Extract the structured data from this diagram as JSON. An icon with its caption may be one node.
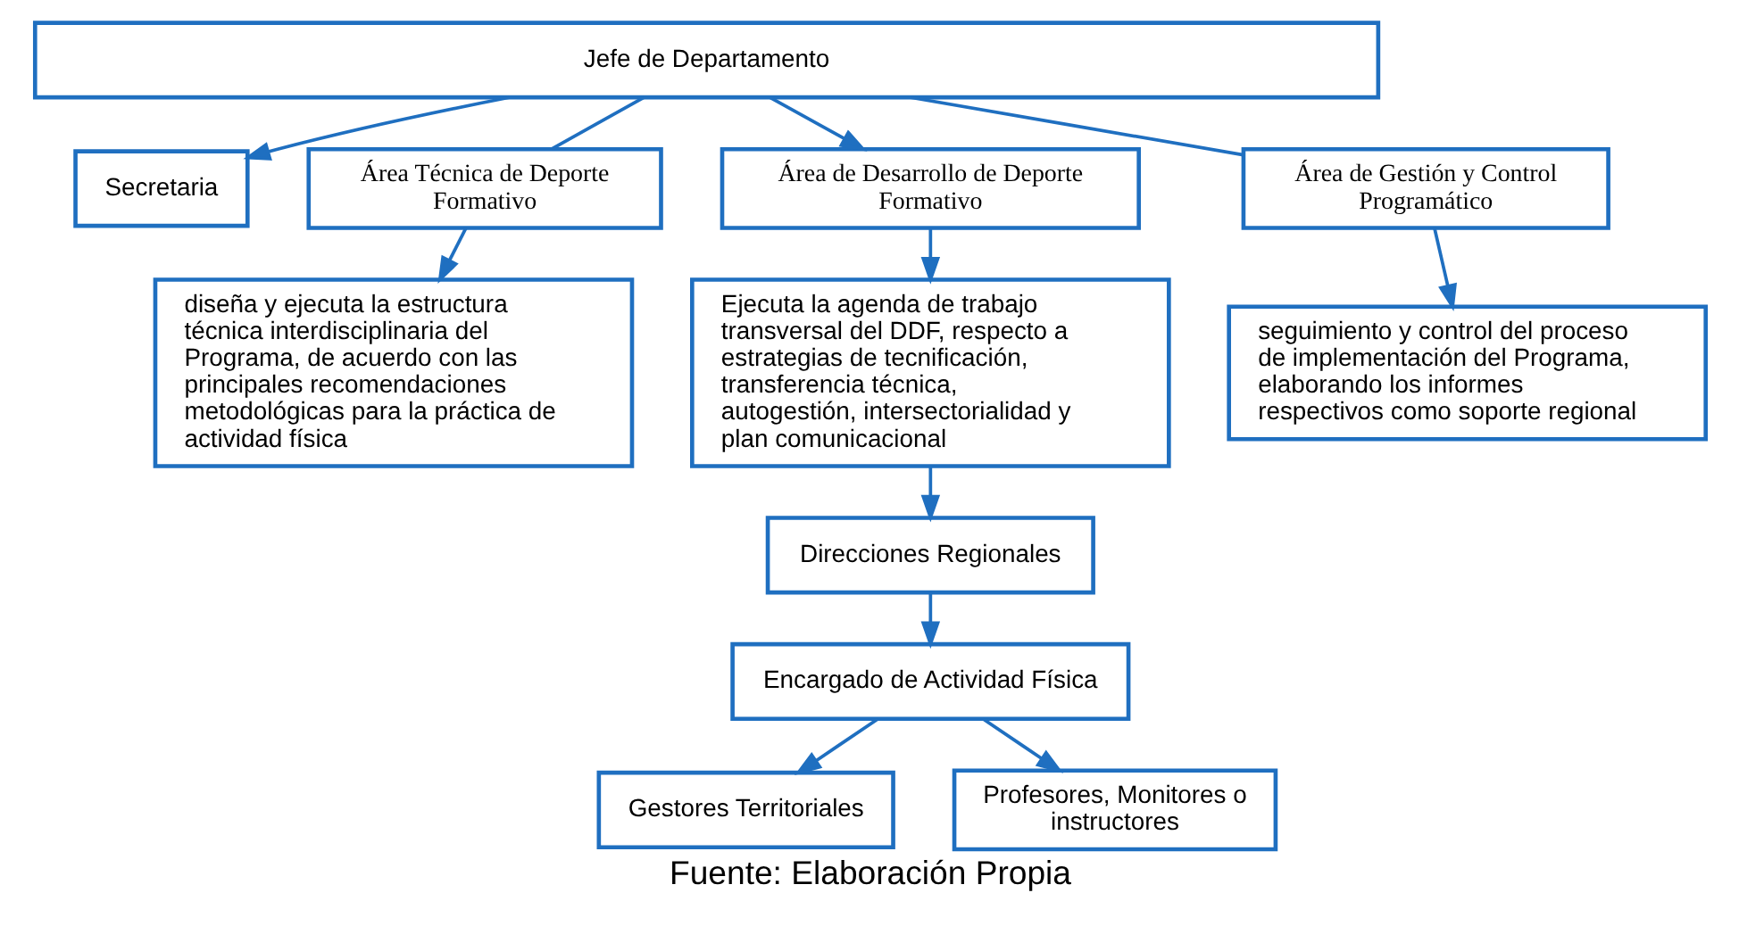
{
  "diagram": {
    "caption": "Fuente: Elaboración Propia",
    "nodes": [
      {
        "text": [
          "Jefe de Departamento"
        ]
      },
      {
        "text": [
          "Secretaria"
        ]
      },
      {
        "text": [
          "Área Técnica de Deporte Formativo"
        ]
      },
      {
        "text": [
          "Área de Desarrollo de Deporte Formativo"
        ]
      },
      {
        "text": [
          "Área de Gestión y Control Programático"
        ]
      },
      {
        "text": [
          "diseña y ejecuta la estructura técnica interdisciplinaria del Programa, de acuerdo con las principales recomendaciones metodológicas para la práctica de actividad física"
        ]
      },
      {
        "text": [
          "Ejecuta la agenda de trabajo transversal del DDF, respecto a estrategias de tecnificación, transferencia técnica, autogestión, intersectorialidad y plan comunicacional"
        ]
      },
      {
        "text": [
          "seguimiento y control del proceso de implementación del Programa, elaborando los informes respectivos como soporte regional"
        ]
      },
      {
        "text": [
          "Direcciones Regionales"
        ]
      },
      {
        "text": [
          "Encargado de Actividad Física"
        ]
      },
      {
        "text": [
          "Gestores Territoriales"
        ]
      },
      {
        "text": [
          "Profesores, Monitores o instructores"
        ]
      }
    ],
    "edges": [
      {
        "from": 0,
        "to": 1,
        "arrow": "to"
      },
      {
        "from": 0,
        "to": 2,
        "arrow": "none"
      },
      {
        "from": 0,
        "to": 3,
        "arrow": "to"
      },
      {
        "from": 0,
        "to": 4,
        "arrow": "none"
      },
      {
        "from": 2,
        "to": 5,
        "arrow": "to"
      },
      {
        "from": 3,
        "to": 6,
        "arrow": "to"
      },
      {
        "from": 4,
        "to": 7,
        "arrow": "to"
      },
      {
        "from": 6,
        "to": 8,
        "arrow": "to"
      },
      {
        "from": 8,
        "to": 9,
        "arrow": "to"
      },
      {
        "from": 9,
        "to": 10,
        "arrow": "to"
      },
      {
        "from": 9,
        "to": 11,
        "arrow": "to"
      }
    ]
  }
}
